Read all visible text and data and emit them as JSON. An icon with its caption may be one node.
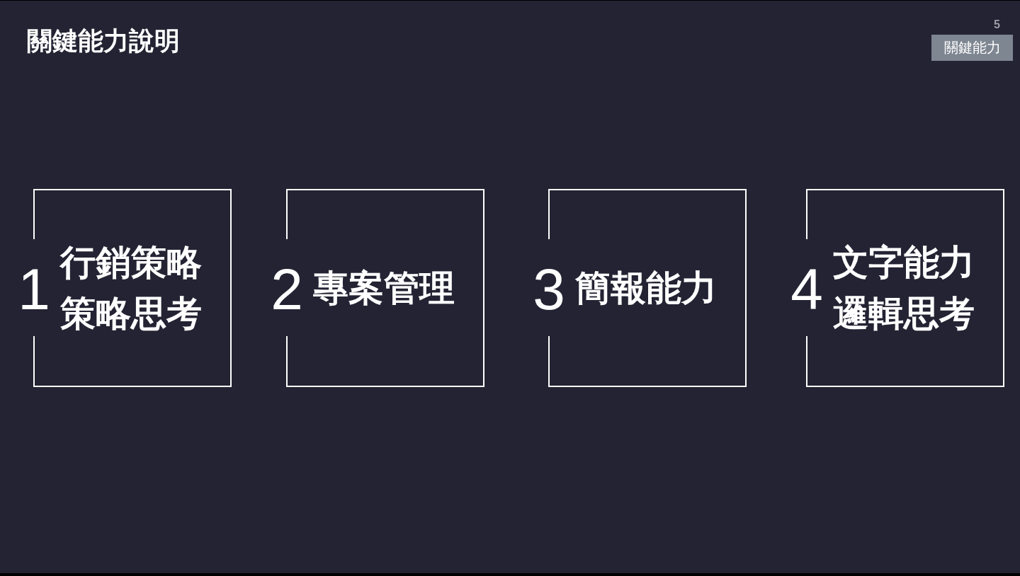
{
  "diagram": {
    "title": "關鍵能力說明",
    "nodes": [
      {
        "text": [
          "關鍵能力"
        ]
      },
      {
        "text": [
          "1",
          "行銷策略",
          "策略思考"
        ]
      },
      {
        "text": [
          "2",
          "專案管理"
        ]
      },
      {
        "text": [
          "3",
          "簡報能力"
        ]
      },
      {
        "text": [
          "4",
          "文字能力",
          "邏輯思考"
        ]
      }
    ],
    "labels": [
      "5"
    ]
  }
}
